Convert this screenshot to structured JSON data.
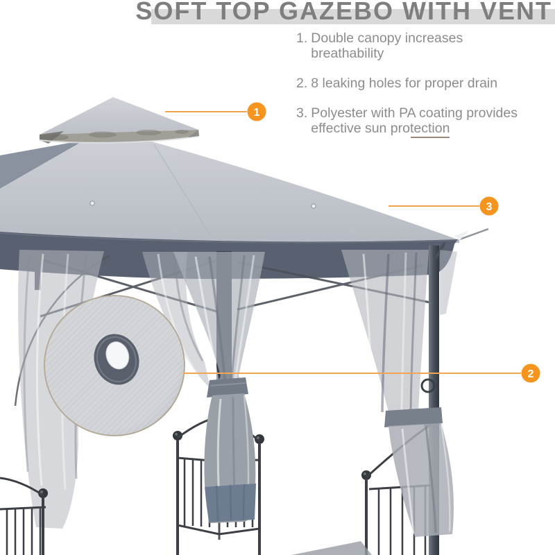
{
  "title": "SOFT TOP GAZEBO WITH VENT",
  "features": [
    {
      "number": "1.",
      "text": "Double canopy increases breathability"
    },
    {
      "number": "2.",
      "text": "8 leaking holes for proper drain"
    },
    {
      "number": "3.",
      "text": "Polyester with PA coating provides effective sun protection"
    }
  ],
  "markers": [
    {
      "label": "1"
    },
    {
      "label": "2"
    },
    {
      "label": "3"
    }
  ],
  "colors": {
    "accent_orange": "#F5941F",
    "leader_line_orange": "#F2A653",
    "title_gray": "#7E7E7E",
    "title_highlight_gray": "#D9D9D9",
    "body_text_gray": "#8C8C8C",
    "divider_tan": "#9B8876",
    "canopy_light_gray": "#C4C7CD",
    "canopy_shadow_gray": "#8A92A0",
    "valance_slate": "#596070",
    "frame_dark": "#3C3F45",
    "curtain_blue_gray": "#6D7C90"
  }
}
